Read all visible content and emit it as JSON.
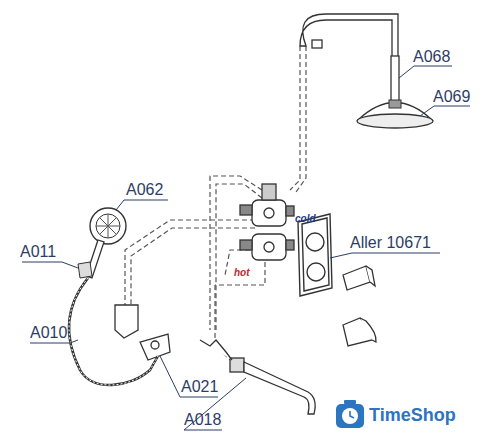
{
  "diagram": {
    "labels": [
      "A068",
      "A069",
      "A062",
      "A011",
      "A010",
      "A021",
      "A018",
      "Aller 10671",
      "cold",
      "hot",
      "TimeShop"
    ]
  }
}
